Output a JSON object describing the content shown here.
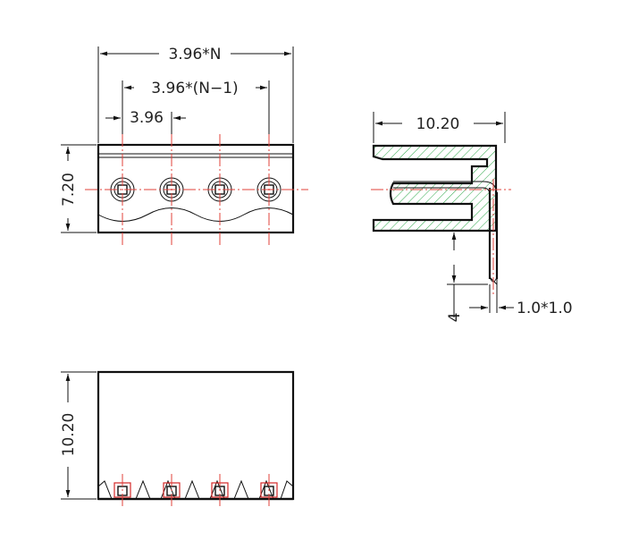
{
  "dimensions": {
    "overall_width": "3.96*N",
    "inner_span": "3.96*(N−1)",
    "pitch": "3.96",
    "front_height": "7.20",
    "side_depth": "10.20",
    "pin_length": "4",
    "pin_section": "1.0*1.0",
    "bottom_height": "10.20"
  },
  "colors": {
    "outline": "#111111",
    "centerline": "#e0403a",
    "hatch": "#2fa84a"
  }
}
